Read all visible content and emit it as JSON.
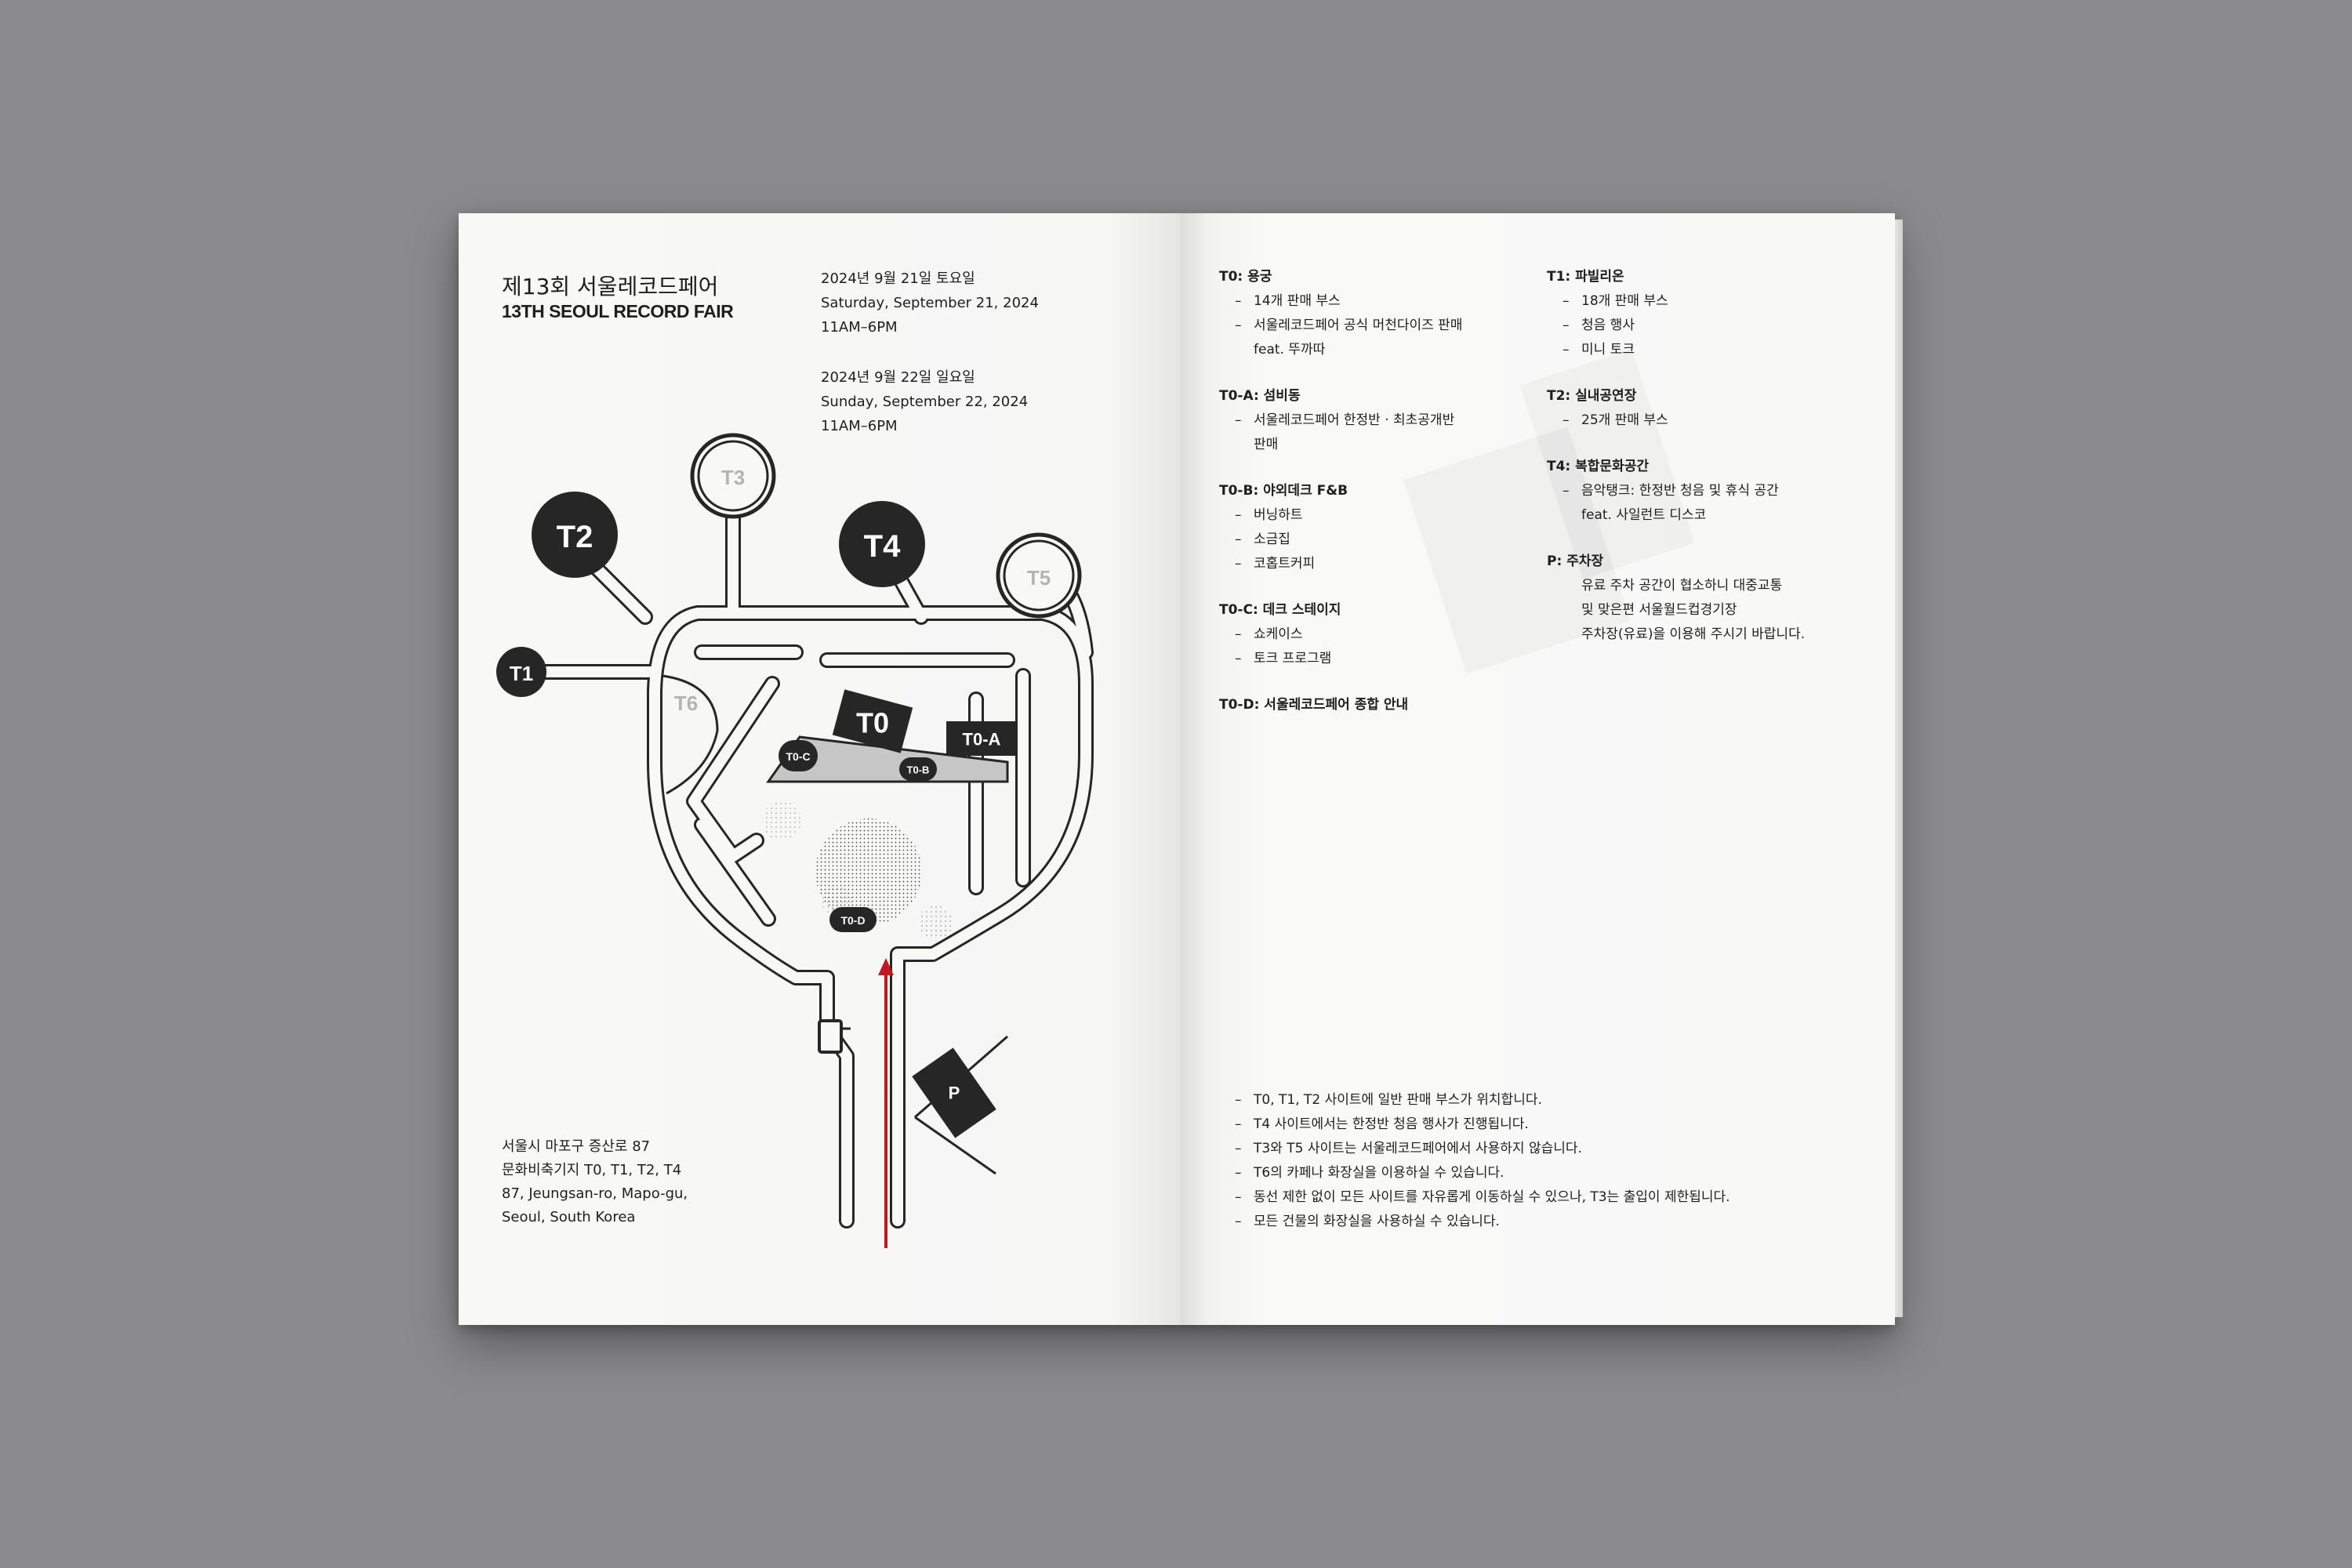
{
  "left_page": {
    "title_ko": "제13회 서울레코드페어",
    "title_en": "13TH SEOUL RECORD FAIR",
    "day1": {
      "ko": "2024년 9월 21일 토요일",
      "en": "Saturday, September 21, 2024",
      "time": "11AM–6PM"
    },
    "day2": {
      "ko": "2024년 9월 22일 일요일",
      "en": "Sunday, September 22, 2024",
      "time": "11AM–6PM"
    },
    "address": [
      "서울시 마포구 증산로 87",
      "문화비축기지 T0, T1, T2, T4",
      "87, Jeungsan-ro, Mapo-gu,",
      "Seoul, South Korea"
    ]
  },
  "map": {
    "labels": {
      "t0": "T0",
      "t1": "T1",
      "t2": "T2",
      "t3": "T3",
      "t4": "T4",
      "t5": "T5",
      "t6": "T6",
      "t0a": "T0-A",
      "t0b": "T0-B",
      "t0c": "T0-C",
      "t0d": "T0-D",
      "p": "P"
    },
    "colors": {
      "ink": "#262626",
      "muted": "#b4b4b4",
      "arrow": "#c4161c",
      "paper": "#f8f8f7"
    }
  },
  "right_page": {
    "col_left": [
      {
        "heading": "T0: 용궁",
        "items": [
          "14개 판매 부스",
          "서울레코드페어 공식 머천다이즈 판매"
        ],
        "cont": [
          "feat. 뚜까따"
        ]
      },
      {
        "heading": "T0-A: 섬비동",
        "items": [
          "서울레코드페어 한정반 · 최초공개반"
        ],
        "cont": [
          "판매"
        ]
      },
      {
        "heading": "T0-B: 야외데크 F&B",
        "items": [
          "버닝하트",
          "소금집",
          "코홉트커피"
        ],
        "cont": []
      },
      {
        "heading": "T0-C: 데크 스테이지",
        "items": [
          "쇼케이스",
          "토크 프로그램"
        ],
        "cont": []
      },
      {
        "heading": "T0-D: 서울레코드페어 종합 안내",
        "items": [],
        "cont": []
      }
    ],
    "col_right": [
      {
        "heading": "T1: 파빌리온",
        "items": [
          "18개 판매 부스",
          "청음 행사",
          "미니 토크"
        ],
        "cont": []
      },
      {
        "heading": "T2: 실내공연장",
        "items": [
          "25개 판매 부스"
        ],
        "cont": []
      },
      {
        "heading": "T4: 복합문화공간",
        "items": [
          "음악탱크: 한정반 청음 및 휴식 공간"
        ],
        "cont": [
          "feat. 사일런트 디스코"
        ]
      },
      {
        "heading": "P: 주차장",
        "items": [],
        "cont": [
          "유료 주차 공간이 협소하니 대중교통",
          "및 맞은편 서울월드컵경기장",
          "주차장(유료)을 이용해 주시기 바랍니다."
        ]
      }
    ],
    "notes": [
      "T0, T1, T2 사이트에 일반 판매 부스가 위치합니다.",
      "T4 사이트에서는 한정반 청음 행사가 진행됩니다.",
      "T3와 T5 사이트는 서울레코드페어에서 사용하지 않습니다.",
      "T6의 카페나 화장실을 이용하실 수 있습니다.",
      "동선 제한 없이 모든 사이트를 자유롭게 이동하실 수 있으나, T3는 출입이 제한됩니다.",
      "모든 건물의 화장실을 사용하실 수 있습니다."
    ]
  }
}
